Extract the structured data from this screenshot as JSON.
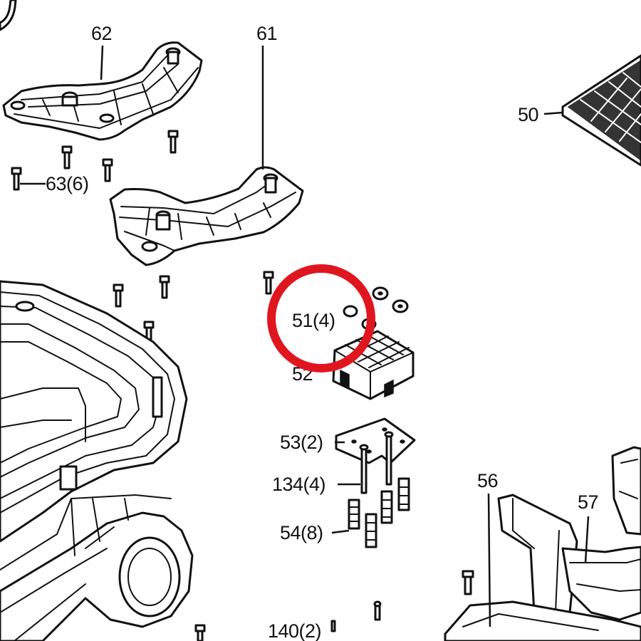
{
  "labels": {
    "p62": "62",
    "p61": "61",
    "p50": "50",
    "p63": "63(6)",
    "p51": "51(4)",
    "p52": "52",
    "p53": "53(2)",
    "p134": "134(4)",
    "p56": "56",
    "p57": "57",
    "p54": "54(8)",
    "p140": "140(2)"
  },
  "colors": {
    "line": "#111111",
    "highlight": "#e0161f",
    "background": "#ffffff"
  }
}
